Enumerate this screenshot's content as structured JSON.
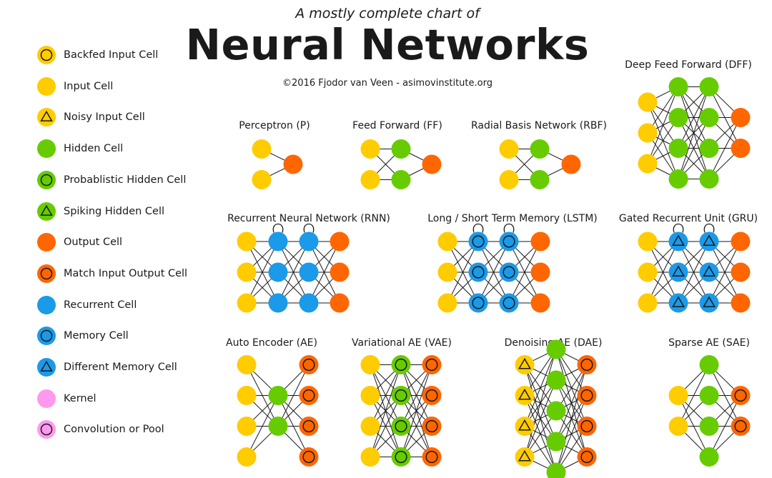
{
  "header": {
    "subtitle": "A mostly complete chart of",
    "title": "Neural Networks",
    "credit": "©2016 Fjodor van Veen - asimovinstitute.org"
  },
  "colors": {
    "input": "#ffcc00",
    "hidden": "#66cc00",
    "output": "#ff6600",
    "recurrent": "#1a9ae8",
    "kernel": "#ff99ee",
    "outline": "#1a1a1a",
    "edge": "#1a1a1a"
  },
  "legend": [
    {
      "type": "backfed-input",
      "label": "Backfed Input Cell"
    },
    {
      "type": "input",
      "label": "Input Cell"
    },
    {
      "type": "noisy-input",
      "label": "Noisy Input Cell"
    },
    {
      "type": "hidden",
      "label": "Hidden Cell"
    },
    {
      "type": "probabilistic-hidden",
      "label": "Probablistic Hidden Cell"
    },
    {
      "type": "spiking-hidden",
      "label": "Spiking Hidden Cell"
    },
    {
      "type": "output",
      "label": "Output Cell"
    },
    {
      "type": "match-io",
      "label": "Match Input Output Cell"
    },
    {
      "type": "recurrent",
      "label": "Recurrent Cell"
    },
    {
      "type": "memory",
      "label": "Memory Cell"
    },
    {
      "type": "different-memory",
      "label": "Different Memory Cell"
    },
    {
      "type": "kernel",
      "label": "Kernel"
    },
    {
      "type": "conv",
      "label": "Convolution or Pool"
    }
  ],
  "networks": [
    {
      "id": "perceptron",
      "title": "Perceptron (P)",
      "layers": [
        {
          "type": "input",
          "count": 2
        },
        {
          "type": "output",
          "count": 1
        }
      ]
    },
    {
      "id": "feed-forward",
      "title": "Feed Forward (FF)",
      "layers": [
        {
          "type": "input",
          "count": 2
        },
        {
          "type": "hidden",
          "count": 2
        },
        {
          "type": "output",
          "count": 1
        }
      ]
    },
    {
      "id": "rbf",
      "title": "Radial Basis Network (RBF)",
      "layers": [
        {
          "type": "input",
          "count": 2
        },
        {
          "type": "hidden",
          "count": 2
        },
        {
          "type": "output",
          "count": 1
        }
      ]
    },
    {
      "id": "dff",
      "title": "Deep Feed Forward (DFF)",
      "layers": [
        {
          "type": "input",
          "count": 3
        },
        {
          "type": "hidden",
          "count": 4
        },
        {
          "type": "hidden",
          "count": 4
        },
        {
          "type": "output",
          "count": 2
        }
      ]
    },
    {
      "id": "rnn",
      "title": "Recurrent Neural Network (RNN)",
      "layers": [
        {
          "type": "input",
          "count": 3
        },
        {
          "type": "recurrent",
          "count": 3,
          "loop": true
        },
        {
          "type": "recurrent",
          "count": 3,
          "loop": true
        },
        {
          "type": "output",
          "count": 3
        }
      ]
    },
    {
      "id": "lstm",
      "title": "Long / Short Term Memory (LSTM)",
      "layers": [
        {
          "type": "input",
          "count": 3
        },
        {
          "type": "memory",
          "count": 3,
          "loop": true
        },
        {
          "type": "memory",
          "count": 3,
          "loop": true
        },
        {
          "type": "output",
          "count": 3
        }
      ]
    },
    {
      "id": "gru",
      "title": "Gated Recurrent Unit (GRU)",
      "layers": [
        {
          "type": "input",
          "count": 3
        },
        {
          "type": "different-memory",
          "count": 3,
          "loop": true
        },
        {
          "type": "different-memory",
          "count": 3,
          "loop": true
        },
        {
          "type": "output",
          "count": 3
        }
      ]
    },
    {
      "id": "ae",
      "title": "Auto Encoder (AE)",
      "layers": [
        {
          "type": "input",
          "count": 4
        },
        {
          "type": "hidden",
          "count": 2
        },
        {
          "type": "match-io",
          "count": 4
        }
      ]
    },
    {
      "id": "vae",
      "title": "Variational AE (VAE)",
      "layers": [
        {
          "type": "input",
          "count": 4
        },
        {
          "type": "probabilistic-hidden",
          "count": 4
        },
        {
          "type": "match-io",
          "count": 4
        }
      ]
    },
    {
      "id": "dae",
      "title": "Denoising AE (DAE)",
      "layers": [
        {
          "type": "noisy-input",
          "count": 4
        },
        {
          "type": "hidden",
          "count": 5
        },
        {
          "type": "match-io",
          "count": 4
        }
      ]
    },
    {
      "id": "sae",
      "title": "Sparse AE (SAE)",
      "layers": [
        {
          "type": "input",
          "count": 2
        },
        {
          "type": "hidden",
          "count": 4
        },
        {
          "type": "match-io",
          "count": 2
        }
      ]
    }
  ]
}
